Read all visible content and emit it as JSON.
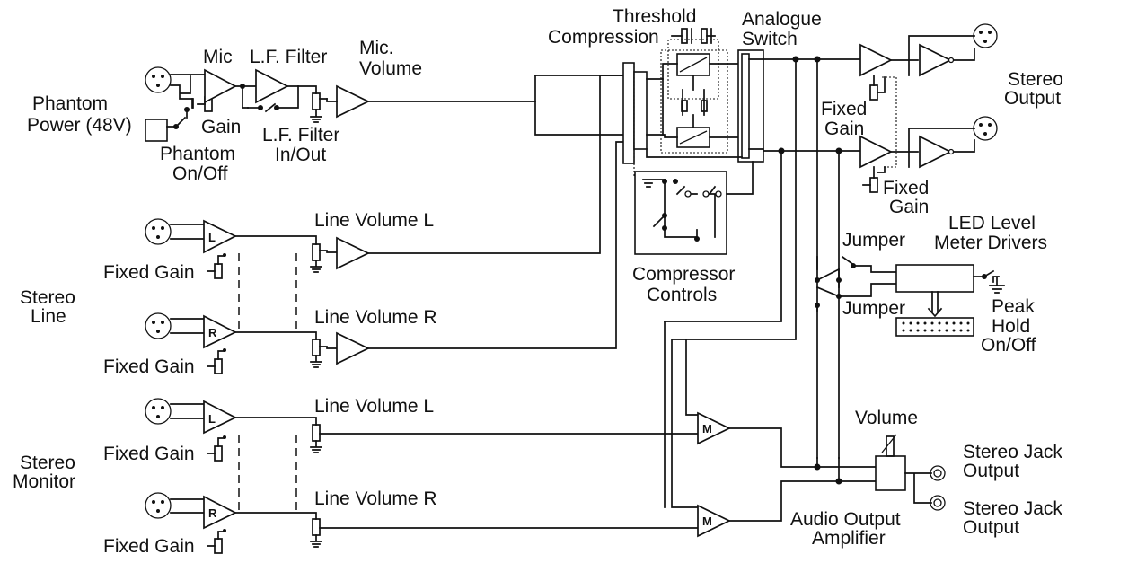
{
  "labels": {
    "phantom_power_l1": "Phantom",
    "phantom_power_l2": "Power (48V)",
    "mic": "Mic",
    "gain": "Gain",
    "phantom_onoff_l1": "Phantom",
    "phantom_onoff_l2": "On/Off",
    "lf_filter": "L.F. Filter",
    "lf_filter_inout_l1": "L.F. Filter",
    "lf_filter_inout_l2": "In/Out",
    "mic_volume_l1": "Mic.",
    "mic_volume_l2": "Volume",
    "threshold": "Threshold",
    "compression": "Compression",
    "analogue_switch_l1": "Analogue",
    "analogue_switch_l2": "Switch",
    "stereo_output_l1": "Stereo",
    "stereo_output_l2": "Output",
    "fixed_gain_top_l1": "Fixed",
    "fixed_gain_top_l2": "Gain",
    "fixed_gain_mid_l1": "Fixed",
    "fixed_gain_mid_l2": "Gain",
    "compressor_controls_l1": "Compressor",
    "compressor_controls_l2": "Controls",
    "stereo_line_l1": "Stereo",
    "stereo_line_l2": "Line",
    "stereo_monitor_l1": "Stereo",
    "stereo_monitor_l2": "Monitor",
    "fixed_gain_1": "Fixed Gain",
    "fixed_gain_2": "Fixed Gain",
    "fixed_gain_3": "Fixed Gain",
    "fixed_gain_4": "Fixed Gain",
    "line_volume_l_1": "Line Volume L",
    "line_volume_r_1": "Line Volume R",
    "line_volume_l_2": "Line Volume L",
    "line_volume_r_2": "Line Volume R",
    "amp_l": "L",
    "amp_r": "R",
    "amp_l2": "L",
    "amp_r2": "R",
    "mixer_m1": "M",
    "mixer_m2": "M",
    "jumper_top": "Jumper",
    "jumper_bottom": "Jumper",
    "led_l1": "LED Level",
    "led_l2": "Meter Drivers",
    "peak_l1": "Peak",
    "peak_l2": "Hold",
    "peak_l3": "On/Off",
    "volume": "Volume",
    "jack_1_l1": "Stereo Jack",
    "jack_1_l2": "Output",
    "jack_2_l1": "Stereo Jack",
    "jack_2_l2": "Output",
    "audio_amp_l1": "Audio Output",
    "audio_amp_l2": "Amplifier"
  }
}
